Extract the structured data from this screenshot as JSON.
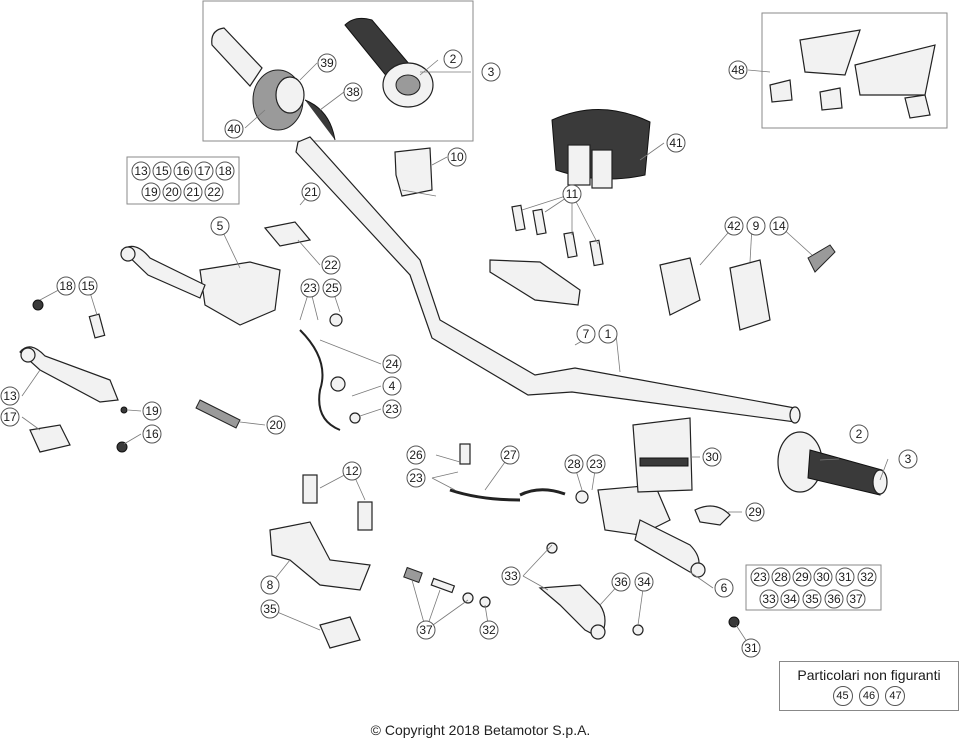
{
  "copyright": "© Copyright 2018 Betamotor S.p.A.",
  "not_shown_box": {
    "title": "Particolari non figuranti",
    "numbers": [
      "45",
      "46",
      "47"
    ]
  },
  "group_boxes": [
    {
      "id": "grp-lever-left",
      "rows": [
        [
          "13",
          "15",
          "16",
          "17",
          "18"
        ],
        [
          "19",
          "20",
          "21",
          "22"
        ]
      ]
    },
    {
      "id": "grp-brake",
      "rows": [
        [
          "23",
          "28",
          "29",
          "30",
          "31",
          "32"
        ],
        [
          "33",
          "34",
          "35",
          "36",
          "37"
        ]
      ]
    }
  ],
  "callouts": [
    "1",
    "2",
    "2",
    "3",
    "3",
    "4",
    "5",
    "6",
    "7",
    "8",
    "9",
    "10",
    "11",
    "12",
    "13",
    "14",
    "15",
    "16",
    "17",
    "18",
    "19",
    "20",
    "21",
    "22",
    "23",
    "23",
    "23",
    "23",
    "24",
    "25",
    "26",
    "27",
    "28",
    "29",
    "30",
    "31",
    "32",
    "33",
    "34",
    "35",
    "36",
    "37",
    "38",
    "39",
    "40",
    "41",
    "42",
    "48"
  ]
}
